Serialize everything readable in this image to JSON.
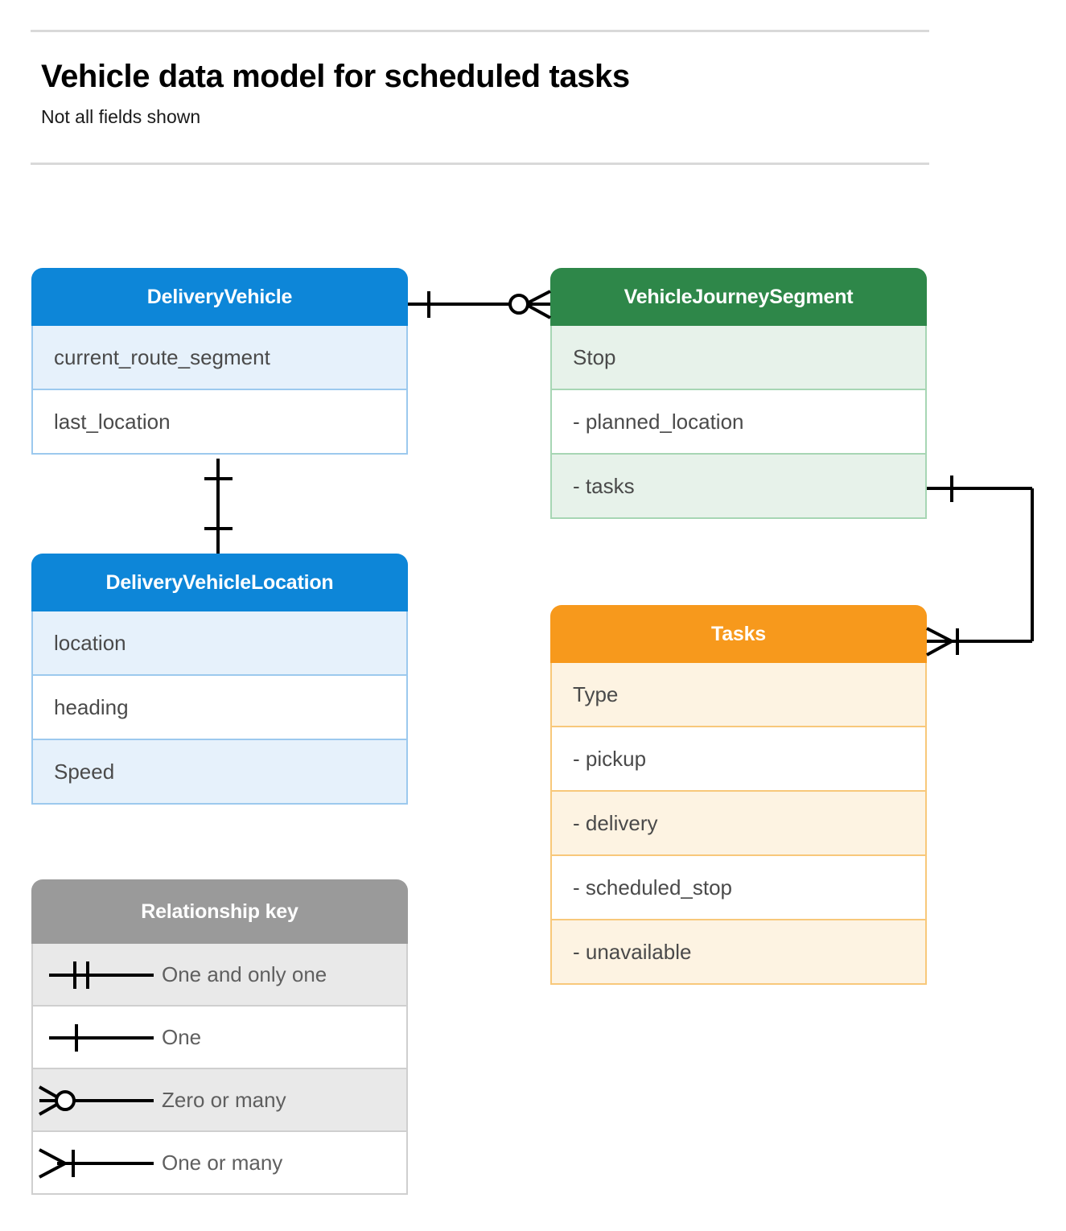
{
  "header": {
    "title": "Vehicle data model for scheduled tasks",
    "subtitle": "Not all fields shown"
  },
  "colors": {
    "blue": "#0d86d8",
    "blue_tint": "#e6f1fb",
    "blue_border": "#9cc9ee",
    "green": "#2e8749",
    "green_tint": "#e7f2ea",
    "green_border": "#a7d6b4",
    "orange": "#f7991c",
    "orange_tint": "#fdf3e2",
    "orange_border": "#f8c87a",
    "grey": "#9a9a9a",
    "grey_tint": "#e9e9e9",
    "line": "#000000",
    "rule": "#d9d9d9",
    "row_text": "#4a4a4a"
  },
  "entities": [
    {
      "id": "delivery-vehicle",
      "name": "DeliveryVehicle",
      "color": "blue",
      "rows": [
        {
          "label": "current_route_segment"
        },
        {
          "label": "last_location"
        }
      ]
    },
    {
      "id": "vehicle-journey-segment",
      "name": "VehicleJourneySegment",
      "color": "green",
      "rows": [
        {
          "label": "Stop"
        },
        {
          "label": "-  planned_location"
        },
        {
          "label": "- tasks"
        }
      ]
    },
    {
      "id": "delivery-vehicle-location",
      "name": "DeliveryVehicleLocation",
      "color": "blue",
      "rows": [
        {
          "label": "location"
        },
        {
          "label": "heading"
        },
        {
          "label": "Speed"
        }
      ]
    },
    {
      "id": "tasks",
      "name": "Tasks",
      "color": "orange",
      "rows": [
        {
          "label": "Type"
        },
        {
          "label": "-  pickup"
        },
        {
          "label": "-  delivery"
        },
        {
          "label": "-  scheduled_stop"
        },
        {
          "label": "-  unavailable"
        }
      ]
    }
  ],
  "legend": {
    "title": "Relationship key",
    "items": [
      {
        "symbol": "one-and-only-one",
        "label": "One and only one"
      },
      {
        "symbol": "one",
        "label": "One"
      },
      {
        "symbol": "zero-or-many",
        "label": "Zero or many"
      },
      {
        "symbol": "one-or-many",
        "label": "One or many"
      }
    ]
  },
  "relationships": [
    {
      "id": "vehicle-to-journey-segment",
      "from": "delivery-vehicle",
      "to": "vehicle-journey-segment",
      "from_cardinality": "one",
      "to_cardinality": "zero-or-many"
    },
    {
      "id": "vehicle-to-vehicle-location",
      "from": "delivery-vehicle",
      "to": "delivery-vehicle-location",
      "from_cardinality": "one",
      "to_cardinality": "one"
    },
    {
      "id": "journey-segment-tasks-to-tasks",
      "from": "vehicle-journey-segment",
      "to": "tasks",
      "from_cardinality": "one",
      "to_cardinality": "one-or-many"
    }
  ]
}
